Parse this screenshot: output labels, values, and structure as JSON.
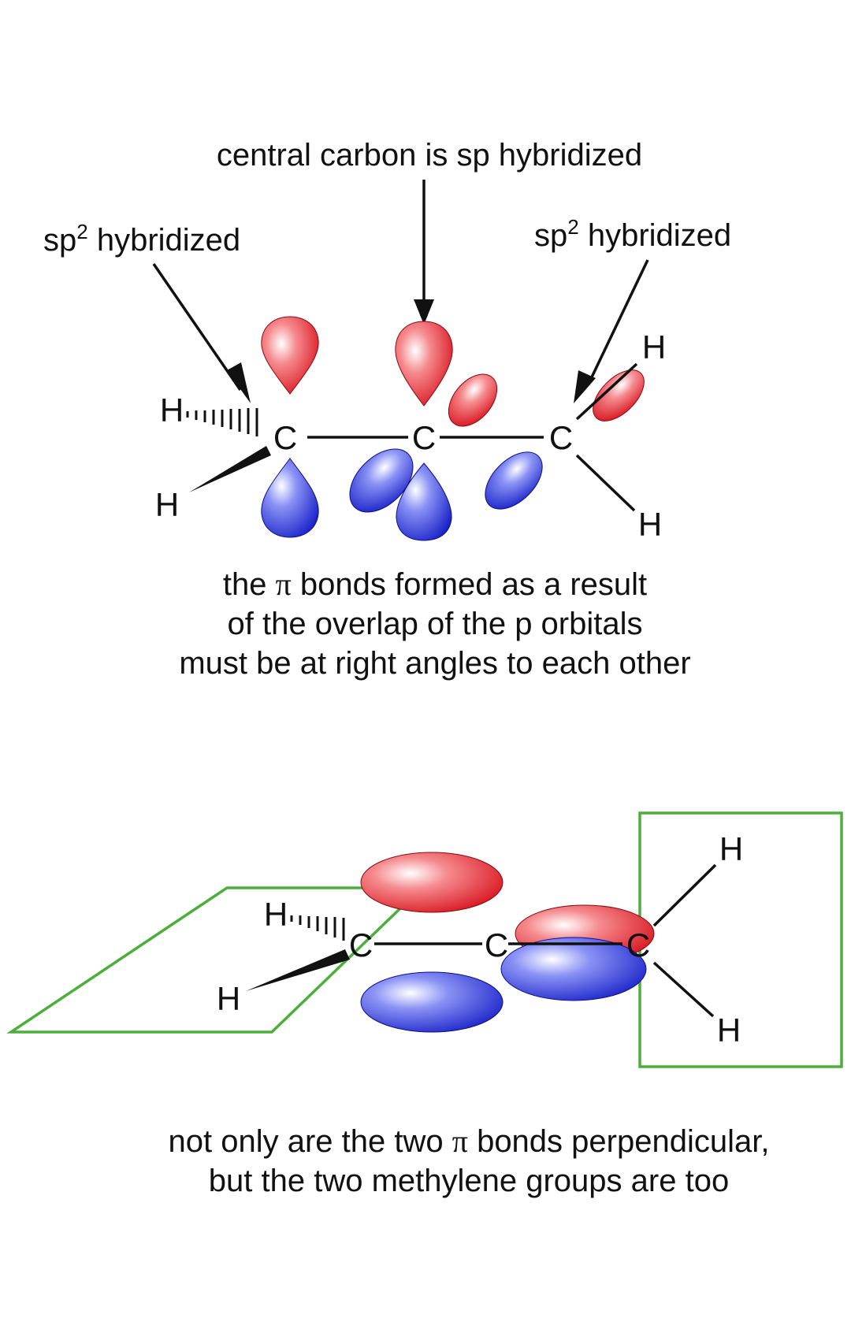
{
  "top": {
    "label_center": "central carbon is sp hybridized",
    "label_left_prefix": "sp",
    "label_left_sup": "2",
    "label_left_suffix": " hybridized",
    "label_right_prefix": "sp",
    "label_right_sup": "2",
    "label_right_suffix": " hybridized",
    "caption_line1_a": "the ",
    "caption_line1_pi": "π",
    "caption_line1_b": " bonds formed as a result",
    "caption_line2": "of the overlap of the p orbitals",
    "caption_line3": "must be at right angles to each other"
  },
  "bottom": {
    "caption_line1_a": "not only are the two ",
    "caption_line1_pi": "π",
    "caption_line1_b": " bonds perpendicular,",
    "caption_line2": "but the two methylene groups are too"
  },
  "atoms": {
    "carbon": "C",
    "hydrogen": "H"
  },
  "colors": {
    "orbital_red": "#e8202a",
    "orbital_blue": "#2a34e0",
    "plane_green": "#4caf3a",
    "ink": "#111111"
  }
}
